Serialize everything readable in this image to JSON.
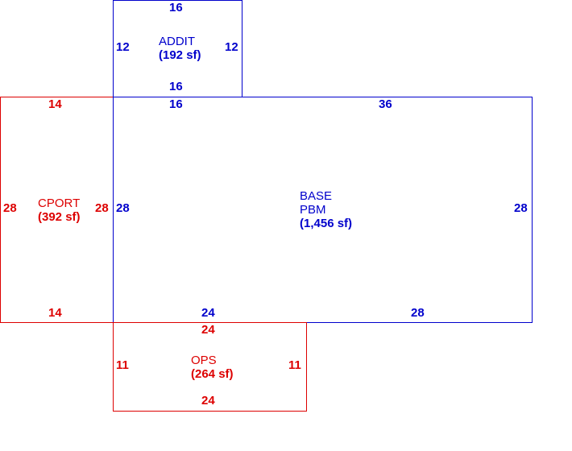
{
  "colors": {
    "base": "#0000cc",
    "cport": "#dd0000",
    "addit": "#0000cc",
    "ops": "#dd0000"
  },
  "addit": {
    "name": "ADDIT",
    "area": "(192 sf)",
    "top": "16",
    "bottom": "16",
    "left": "12",
    "right": "12"
  },
  "base": {
    "name": "BASE",
    "code": "PBM",
    "area": "(1,456 sf)",
    "top_left": "16",
    "top_right": "36",
    "left": "28",
    "right": "28",
    "bottom_left": "24",
    "bottom_right": "28"
  },
  "cport": {
    "name": "CPORT",
    "area": "(392 sf)",
    "top": "14",
    "bottom": "14",
    "left": "28",
    "right": "28"
  },
  "ops": {
    "name": "OPS",
    "area": "(264 sf)",
    "top": "24",
    "bottom": "24",
    "left": "11",
    "right": "11"
  }
}
